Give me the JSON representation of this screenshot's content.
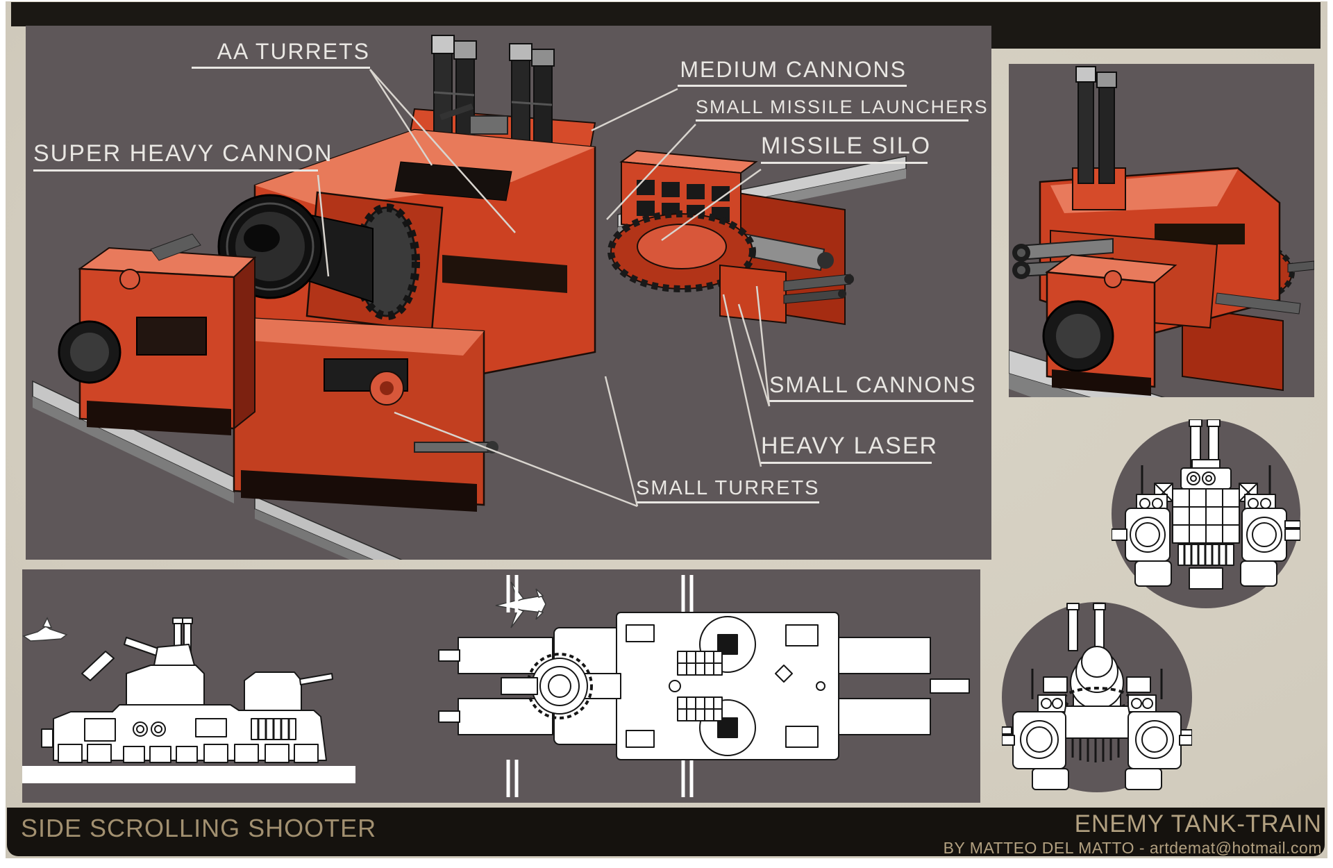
{
  "callouts": {
    "aa_turrets": "AA TURRETS",
    "super_heavy_cannon": "SUPER HEAVY CANNON",
    "medium_cannons": "MEDIUM CANNONS",
    "small_missile_launchers": "SMALL MISSILE LAUNCHERS",
    "missile_silo": "MISSILE SILO",
    "small_cannons": "SMALL CANNONS",
    "heavy_laser": "HEAVY LASER",
    "small_turrets": "SMALL TURRETS"
  },
  "footer": {
    "project_title": "SIDE SCROLLING SHOOTER",
    "subject_title": "ENEMY TANK-TRAIN",
    "byline": "BY MATTEO DEL MATTO - artdemat@hotmail.com"
  },
  "colors": {
    "paper": "#d3cdbf",
    "panel_gray": "#5e5759",
    "bar_black": "#15120e",
    "tank_red": "#cc4122",
    "tank_red_light": "#e87a5c",
    "tank_red_dark": "#8c2712",
    "label_white": "#e9e7e3",
    "footer_gold": "#a29070",
    "track_gray": "#c9c9c9"
  },
  "art": {
    "main_view": "tank-train-perspective-front-quarter",
    "secondary_view": "tank-train-perspective-rear-quarter",
    "back_view": "tank-train-back-lineart",
    "front_view": "tank-train-front-lineart",
    "side_view": "tank-train-side-blueprint",
    "top_view": "tank-train-top-blueprint",
    "scale_reference": "fighter-jet-silhouette"
  }
}
